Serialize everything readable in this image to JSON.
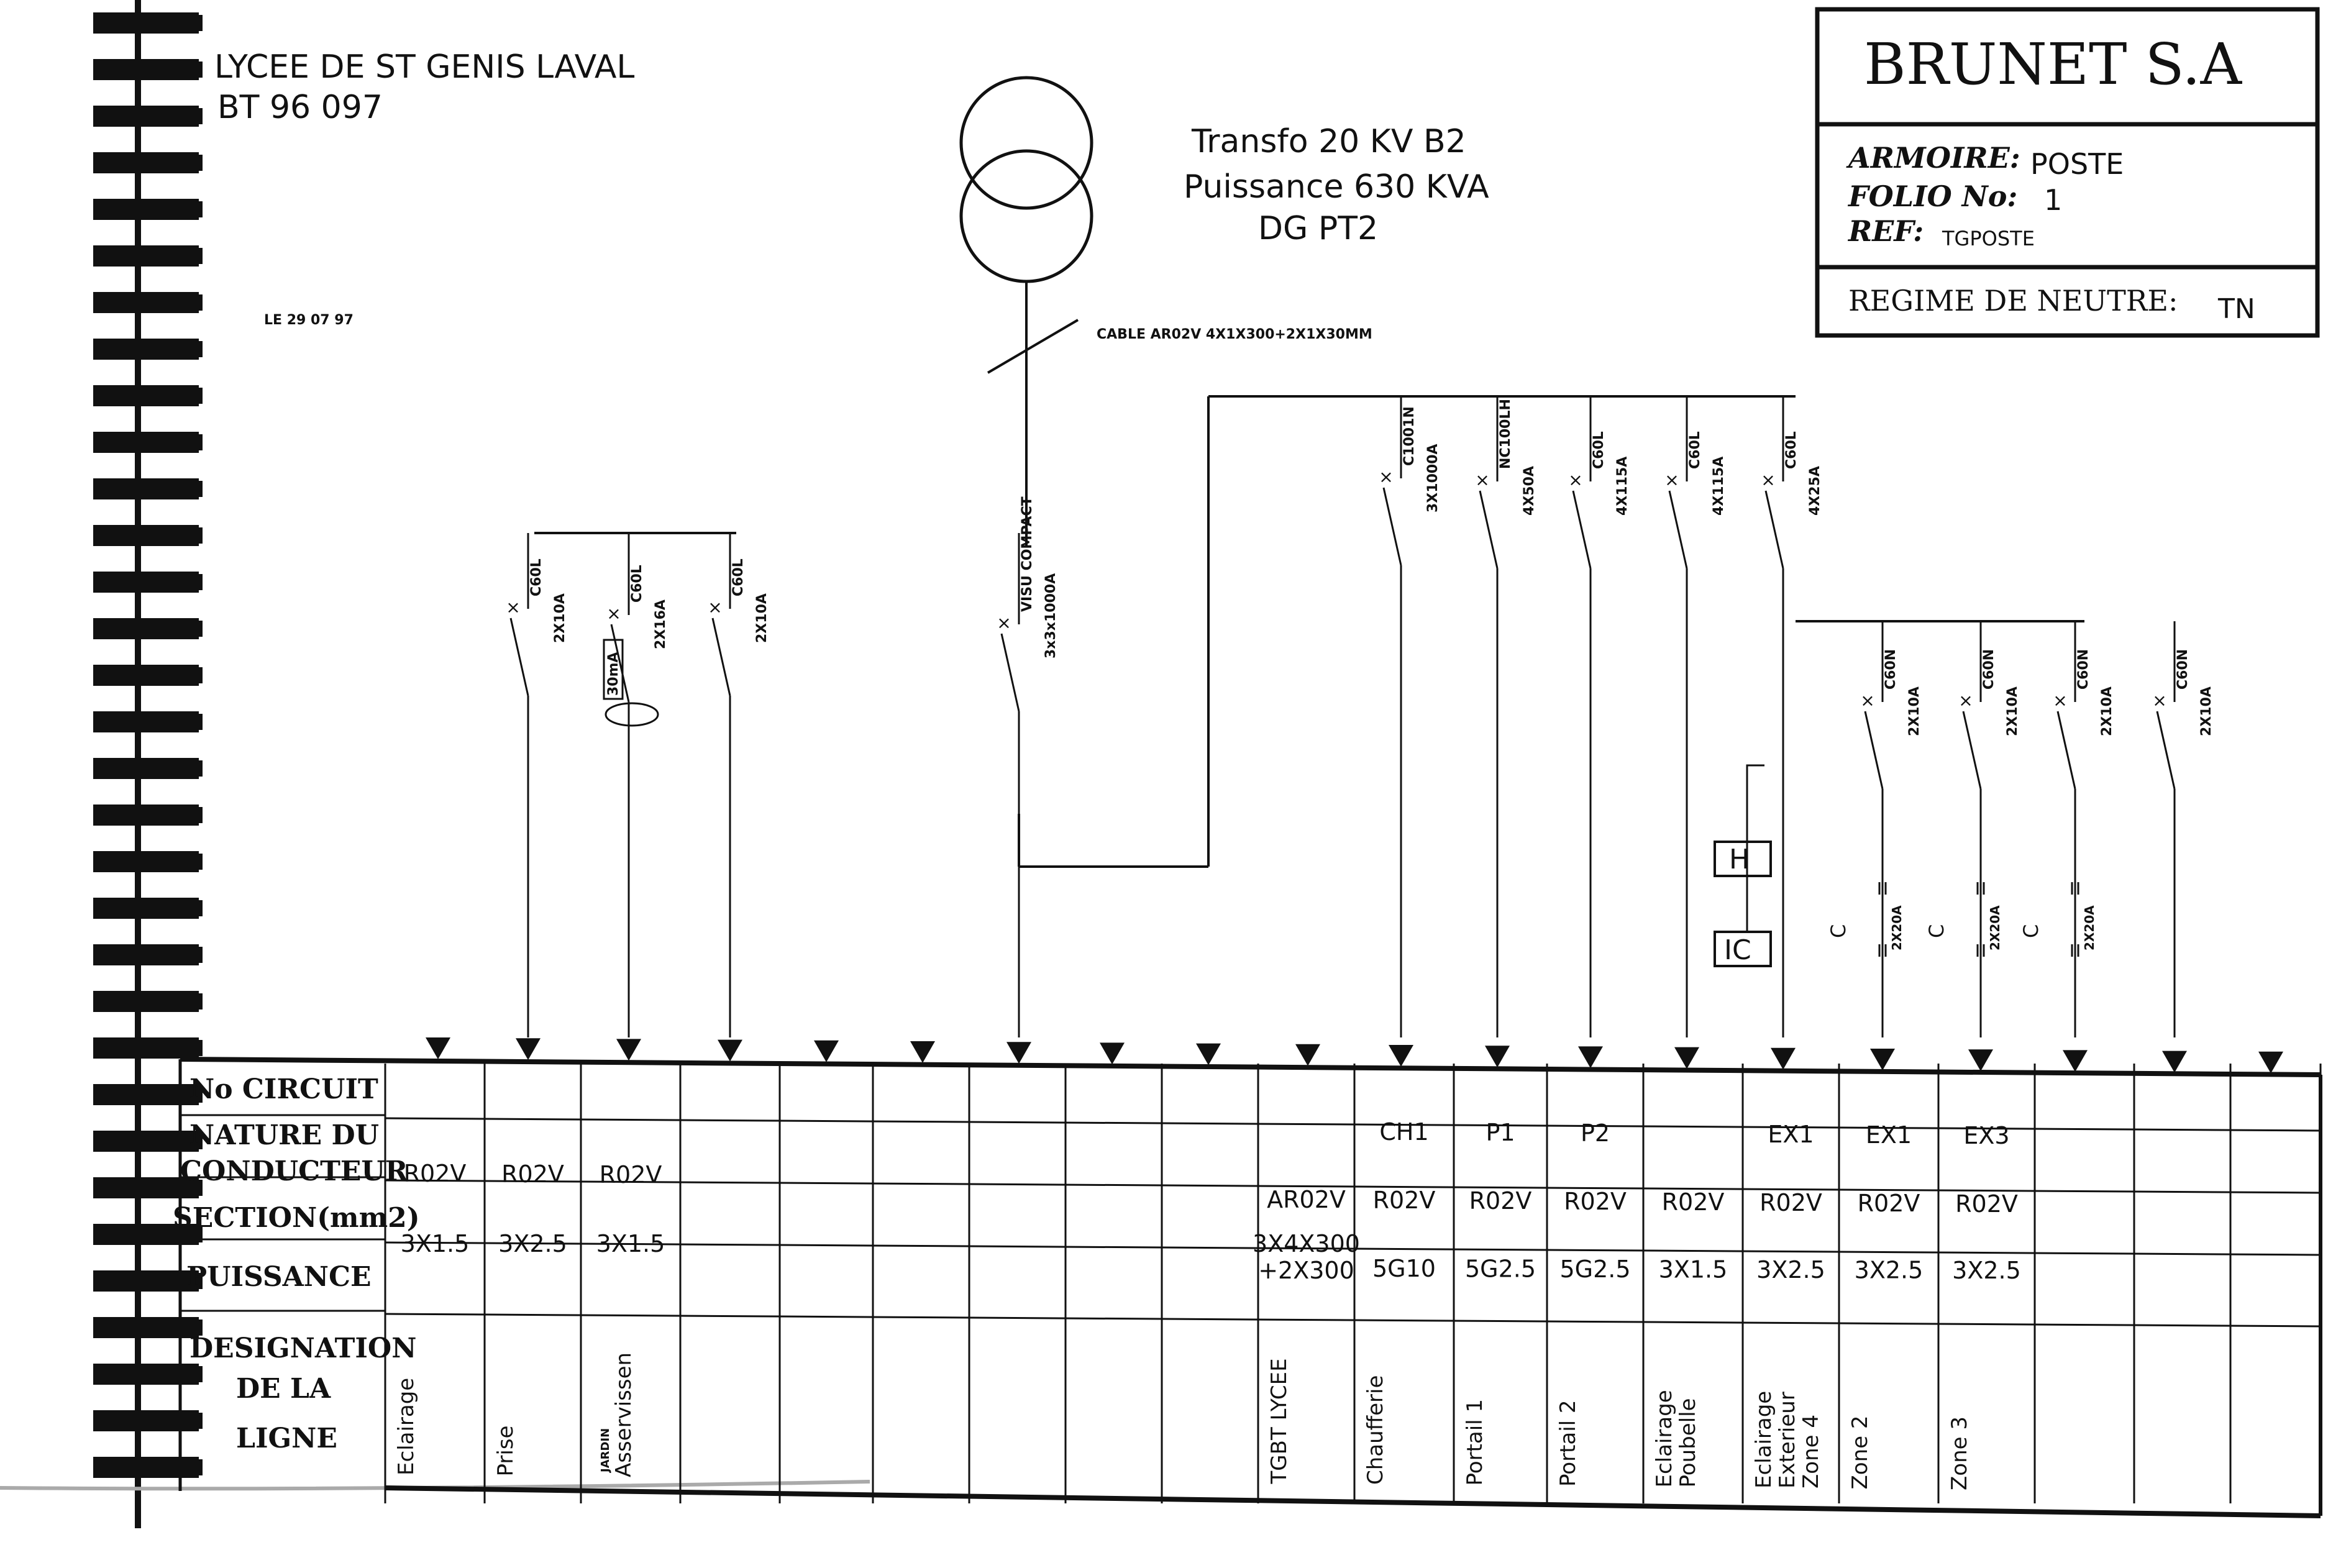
{
  "header": {
    "school": "LYCEE DE ST GENIS LAVAL",
    "ref_number": "BT 96 097",
    "date": "LE 29 07 97"
  },
  "title_block": {
    "company": "BRUNET S.A",
    "armoire_label": "ARMOIRE:",
    "armoire_value": "POSTE",
    "folio_label": "FOLIO No:",
    "folio_value": "1",
    "ref_label": "REF:",
    "ref_value": "TGPOSTE",
    "regime_label": "REGIME DE NEUTRE:",
    "regime_value": "TN"
  },
  "transformer": {
    "line1": "Transfo 20 KV B2",
    "line2": "Puissance 630 KVA",
    "line3": "DG PT2",
    "cable": "CABLE AR02V   4X1X300+2X1X30MM"
  },
  "breakers": [
    {
      "model": "C60L",
      "rating": "2X10A"
    },
    {
      "model": "C60L",
      "rating": "2X16A",
      "differential": "30mA"
    },
    {
      "model": "C60L",
      "rating": "2X10A"
    },
    {
      "model": "VISU COMPACT",
      "rating": "3x3x1000A"
    },
    {
      "model": "C1001N",
      "rating": "3X1000A"
    },
    {
      "model": "NC100LH",
      "rating": "4X50A"
    },
    {
      "model": "C60L",
      "rating": "4X115A"
    },
    {
      "model": "C60L",
      "rating": "4X115A"
    },
    {
      "model": "C60L",
      "rating": "4X25A"
    },
    {
      "model": "C60N",
      "rating": "2X10A"
    },
    {
      "model": "C60N",
      "rating": "2X10A"
    },
    {
      "model": "C60N",
      "rating": "2X10A"
    },
    {
      "model": "C60N",
      "rating": "2X10A"
    }
  ],
  "devices": {
    "horloge": "H",
    "interrupteur": "IC",
    "contactors": [
      {
        "label": "C",
        "rating": "2X20A"
      },
      {
        "label": "C",
        "rating": "2X20A"
      },
      {
        "label": "C",
        "rating": "2X20A"
      }
    ]
  },
  "table": {
    "row_labels": {
      "circuit": "No CIRCUIT",
      "nature_1": "NATURE DU",
      "nature_2": "CONDUCTEUR",
      "section": "SECTION(mm2)",
      "puissance": "PUISSANCE",
      "designation_1": "DESIGNATION",
      "designation_2": "DE LA",
      "designation_3": "LIGNE"
    },
    "columns": [
      {
        "circuit": "",
        "nature": "R02V",
        "section": "3X1.5",
        "designation": "Eclairage"
      },
      {
        "circuit": "",
        "nature": "R02V",
        "section": "3X2.5",
        "designation": "Prise"
      },
      {
        "circuit": "",
        "nature": "R02V",
        "section": "3X1.5",
        "designation_small": "JARDIN",
        "designation": "Asservissen"
      },
      {
        "circuit": "",
        "nature": "",
        "section": "",
        "designation": ""
      },
      {
        "circuit": "",
        "nature": "",
        "section": "",
        "designation": ""
      },
      {
        "circuit": "",
        "nature": "",
        "section": "",
        "designation": ""
      },
      {
        "circuit": "",
        "nature": "",
        "section": "",
        "designation": ""
      },
      {
        "circuit": "",
        "nature": "",
        "section": "",
        "designation": ""
      },
      {
        "circuit": "",
        "nature": "",
        "section": "",
        "designation": ""
      },
      {
        "circuit": "",
        "nature": "AR02V",
        "section": "3X4X300",
        "section2": "+2X300",
        "designation": "TGBT LYCEE"
      },
      {
        "circuit": "CH1",
        "nature": "R02V",
        "section": "5G10",
        "designation": "Chaufferie"
      },
      {
        "circuit": "P1",
        "nature": "R02V",
        "section": "5G2.5",
        "designation": "Portail 1"
      },
      {
        "circuit": "P2",
        "nature": "R02V",
        "section": "5G2.5",
        "designation": "Portail 2"
      },
      {
        "circuit": "",
        "nature": "R02V",
        "section": "3X1.5",
        "designation": "Eclairage",
        "designation2": "Poubelle"
      },
      {
        "circuit": "EX1",
        "nature": "R02V",
        "section": "3X2.5",
        "designation": "Eclairage",
        "designation2": "Exterieur",
        "designation3": "Zone 4"
      },
      {
        "circuit": "EX1",
        "nature": "R02V",
        "section": "3X2.5",
        "designation": "Zone 2"
      },
      {
        "circuit": "EX3",
        "nature": "R02V",
        "section": "3X2.5",
        "designation": "Zone 3"
      },
      {
        "circuit": "",
        "nature": "",
        "section": "",
        "designation": ""
      },
      {
        "circuit": "",
        "nature": "",
        "section": "",
        "designation": ""
      }
    ]
  }
}
